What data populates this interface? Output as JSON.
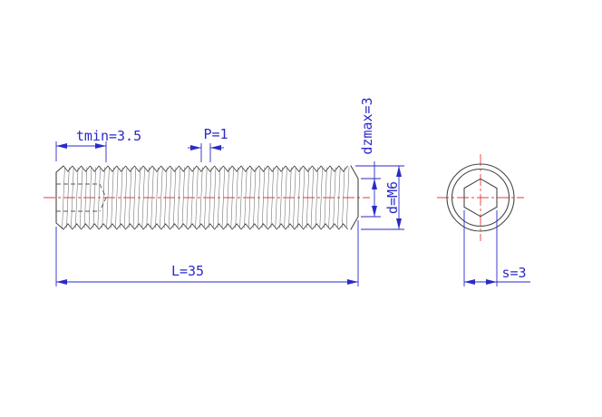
{
  "dimensions": {
    "tmin": "tmin=3.5",
    "pitch": "P=1",
    "dz": "dzmax=3",
    "d": "d=M6",
    "length": "L=35",
    "s": "s=3"
  },
  "colors": {
    "dimension_blue": "#2a2ac8",
    "centerline_red": "#e93b3b",
    "outline_gray": "#474747",
    "background": "#ffffff"
  }
}
